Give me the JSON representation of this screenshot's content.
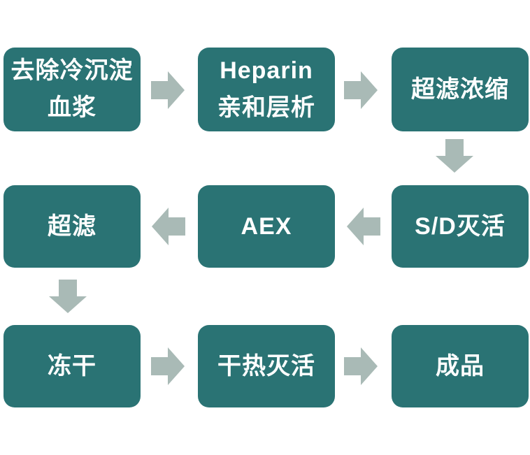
{
  "diagram": {
    "type": "flowchart",
    "description_labels": {
      "flow_direction": "serpentine: row1 left-to-right, row2 right-to-left, row3 left-to-right"
    },
    "colors": {
      "box": "#2a7374",
      "arrow": "#a9bab6",
      "text": "#ffffff",
      "background": "#ffffff"
    },
    "nodes": [
      {
        "id": "remove-cryoprecipitate-plasma",
        "lines": [
          "去除冷沉淀",
          "血浆"
        ],
        "row": 1,
        "col": 1
      },
      {
        "id": "heparin-affinity-chromatography",
        "lines": [
          "Heparin",
          "亲和层析"
        ],
        "row": 1,
        "col": 2
      },
      {
        "id": "ultrafiltration-concentration",
        "lines": [
          "超滤浓缩"
        ],
        "row": 1,
        "col": 3
      },
      {
        "id": "sd-inactivation",
        "lines": [
          "S/D灭活"
        ],
        "row": 2,
        "col": 3
      },
      {
        "id": "aex",
        "lines": [
          "AEX"
        ],
        "row": 2,
        "col": 2
      },
      {
        "id": "ultrafiltration",
        "lines": [
          "超滤"
        ],
        "row": 2,
        "col": 1
      },
      {
        "id": "lyophilization",
        "lines": [
          "冻干"
        ],
        "row": 3,
        "col": 1
      },
      {
        "id": "dry-heat-inactivation",
        "lines": [
          "干热灭活"
        ],
        "row": 3,
        "col": 2
      },
      {
        "id": "final-product",
        "lines": [
          "成品"
        ],
        "row": 3,
        "col": 3
      }
    ],
    "arrows": [
      {
        "from": "remove-cryoprecipitate-plasma",
        "to": "heparin-affinity-chromatography",
        "direction": "right"
      },
      {
        "from": "heparin-affinity-chromatography",
        "to": "ultrafiltration-concentration",
        "direction": "right"
      },
      {
        "from": "ultrafiltration-concentration",
        "to": "sd-inactivation",
        "direction": "down"
      },
      {
        "from": "sd-inactivation",
        "to": "aex",
        "direction": "left"
      },
      {
        "from": "aex",
        "to": "ultrafiltration",
        "direction": "left"
      },
      {
        "from": "ultrafiltration",
        "to": "lyophilization",
        "direction": "down"
      },
      {
        "from": "lyophilization",
        "to": "dry-heat-inactivation",
        "direction": "right"
      },
      {
        "from": "dry-heat-inactivation",
        "to": "final-product",
        "direction": "right"
      }
    ]
  }
}
